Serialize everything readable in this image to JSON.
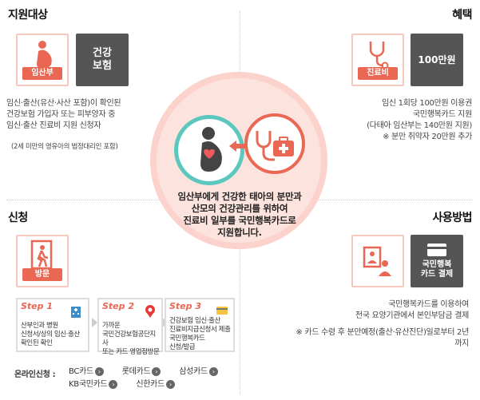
{
  "sections": {
    "target": {
      "title": "지원대상",
      "icon_label": "임산부",
      "box_label_1": "건강",
      "box_label_2": "보험",
      "lines": [
        "임신·출산(유산·사산 포함)이 확인된",
        "건강보험 가입자 또는 피부양자 중",
        "임신·출산 진료비 지원 신청자"
      ],
      "note": "(2세 미만의 영유아의 법정대리인 포함)"
    },
    "benefit": {
      "title": "혜택",
      "icon_label": "진료비",
      "box_label": "100만원",
      "lines": [
        "임신 1회당 100만원 이용권",
        "국민행복카드 지원",
        "(다태아 임산부는 140만원 지원)",
        "※ 분만 취약자 20만원 추가"
      ]
    },
    "apply": {
      "title": "신청",
      "icon_label": "방문",
      "steps": [
        {
          "label": "Step 1",
          "desc": [
            "산부인과 병원",
            "신청서/상의 임신·출산",
            "확인된 확인"
          ]
        },
        {
          "label": "Step 2",
          "desc": [
            "가까운",
            "국민건강보험공단지사",
            "또는 카드 영업점방문"
          ]
        },
        {
          "label": "Step 3",
          "desc": [
            "건강보험 임신·출산",
            "진료비지급신청서 제출",
            "국민행복카드",
            "신청/발급"
          ]
        }
      ],
      "online_label": "온라인신청 :",
      "cards_row1": [
        "BC카드",
        "롯데카드",
        "삼성카드"
      ],
      "cards_row2": [
        "KB국민카드",
        "신한카드"
      ]
    },
    "usage": {
      "title": "사용방법",
      "box_label_1": "국민행복",
      "box_label_2": "카드 결제",
      "lines": [
        "국민행복카드를 이용하여",
        "전국 요양기관에서 본인부담금 결제"
      ],
      "note_lines": [
        "※ 카드 수령 후 분만예정(출산·유산진단)일로부터 2년",
        "까지"
      ]
    }
  },
  "center": {
    "lines": [
      "임산부에게 건강한 태아의 분만과",
      "산모의 건강관리를 위하여",
      "진료비 일부를 국민행복카드로",
      "지원합니다."
    ]
  },
  "colors": {
    "accent": "#e96753",
    "teal": "#5bc7be",
    "dark": "#555555",
    "pink": "#fde3de"
  }
}
